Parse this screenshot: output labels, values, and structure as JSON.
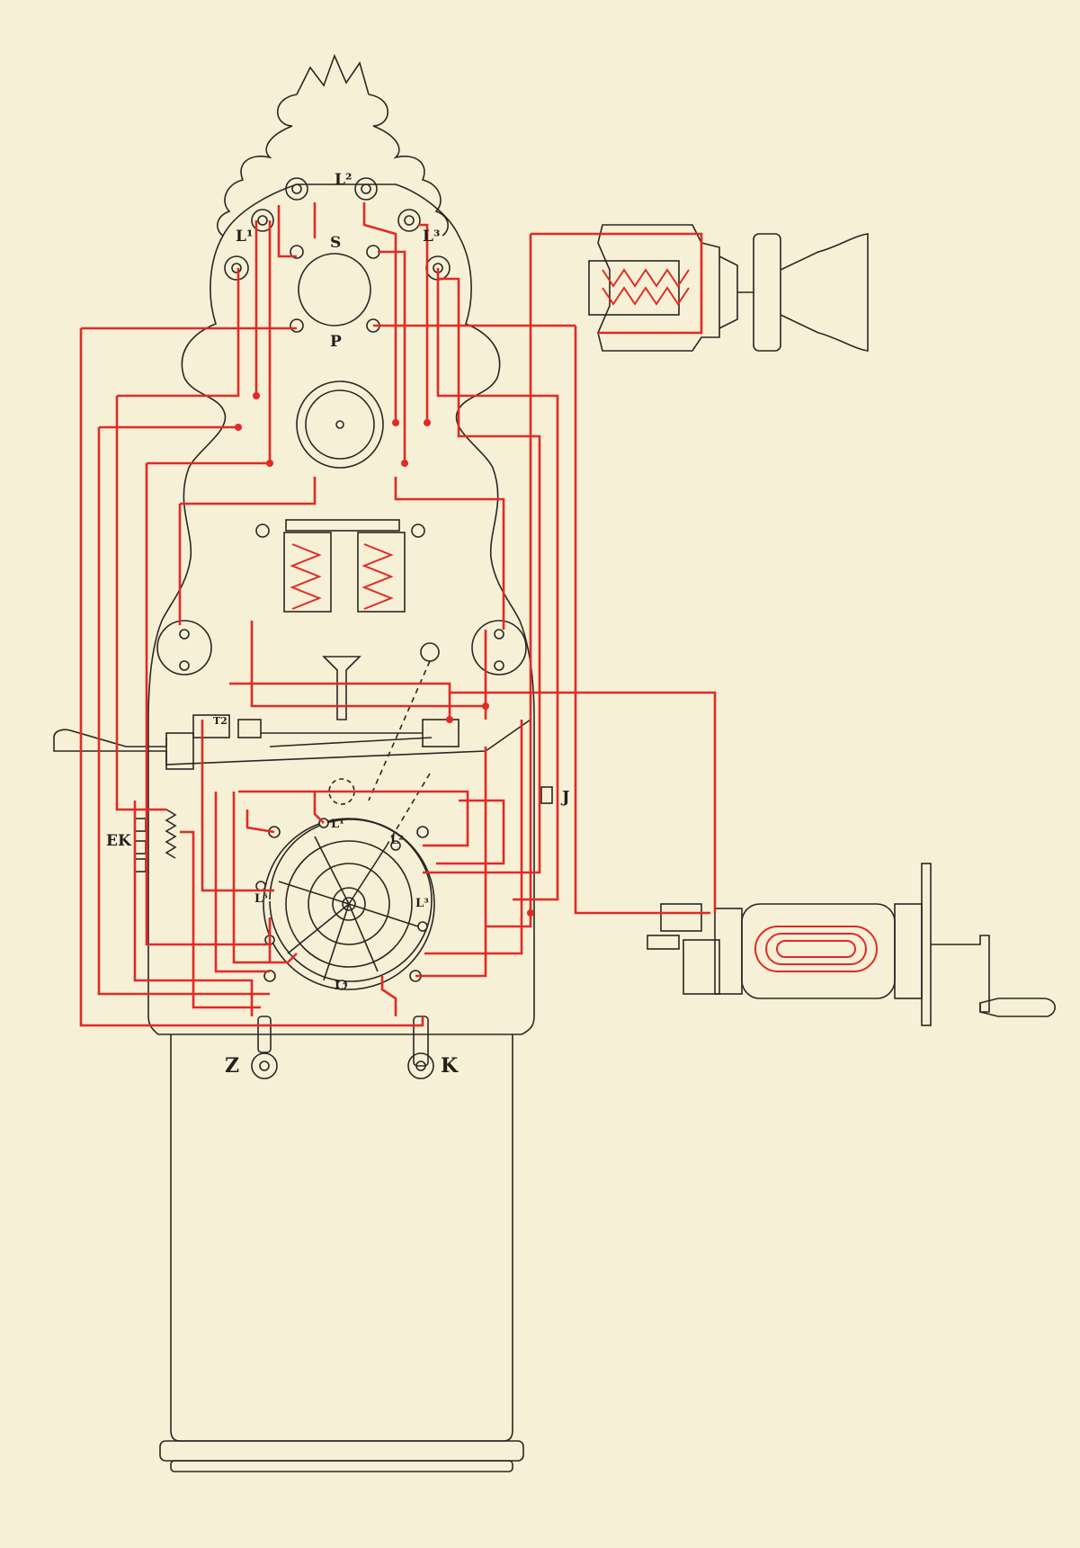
{
  "labels": {
    "L1": "L¹",
    "L2": "L²",
    "L3": "L³",
    "S": "S",
    "P": "P",
    "T": "T2",
    "J": "J",
    "EK": "EK",
    "Z": "Z",
    "K": "K",
    "sw_L1": "L¹",
    "sw_L2": "L²",
    "sw_L3": "L³",
    "sw_L4": "L⁴",
    "sw_L5": "L⁵"
  },
  "colors": {
    "wiring": "#e12a26",
    "ink": "#2b2622",
    "paper": "#f6f0d6"
  }
}
